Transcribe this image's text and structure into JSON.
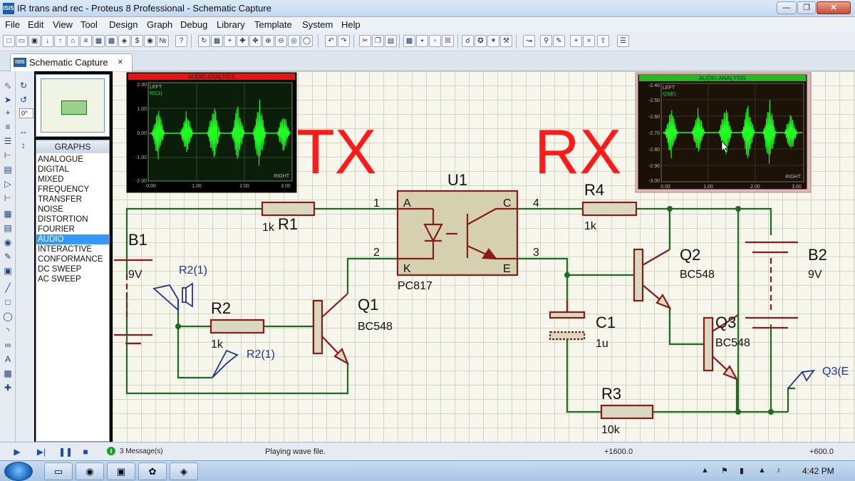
{
  "window": {
    "title": "IR trans and rec - Proteus 8 Professional - Schematic Capture",
    "icon": "ISIS"
  },
  "menu": [
    "File",
    "Edit",
    "View",
    "Tool",
    "Design",
    "Graph",
    "Debug",
    "Library",
    "Template",
    "System",
    "Help"
  ],
  "tab": {
    "icon": "ISIS",
    "label": "Schematic Capture",
    "close": "×"
  },
  "sidebar": {
    "rotation": "0°",
    "graphs_header": "GRAPHS",
    "graph_types": [
      "ANALOGUE",
      "DIGITAL",
      "MIXED",
      "FREQUENCY",
      "TRANSFER",
      "NOISE",
      "DISTORTION",
      "FOURIER",
      "AUDIO",
      "INTERACTIVE",
      "CONFORMANCE",
      "DC SWEEP",
      "AC SWEEP"
    ],
    "selected_graph": "AUDIO"
  },
  "schematic": {
    "labels": {
      "tx": "TX",
      "rx": "RX"
    },
    "graph_tx": {
      "title": "AUDIO ANALYSIS",
      "left": "LEFT",
      "trace": "R2(1)",
      "right": "RIGHT",
      "y_ticks": [
        "2.00",
        "1.00",
        "0.00",
        "-1.00",
        "-2.00"
      ],
      "x_ticks": [
        "0.00",
        "1.00",
        "2.00",
        "3.00"
      ],
      "header_color": "#ee1111"
    },
    "graph_rx": {
      "title": "AUDIO ANALYSIS",
      "left": "LEFT",
      "trace": "Q3(E)",
      "right": "RIGHT",
      "y_ticks": [
        "-2.40",
        "-2.50",
        "-2.60",
        "-2.70",
        "-2.80",
        "-2.90",
        "-3.00"
      ],
      "x_ticks": [
        "0.00",
        "1.00",
        "2.00",
        "3.00"
      ],
      "header_color": "#22bb22"
    },
    "u1": {
      "ref": "U1",
      "part": "PC817",
      "pin_a": "A",
      "pin_k": "K",
      "pin_c": "C",
      "pin_e": "E",
      "n1": "1",
      "n2": "2",
      "n3": "3",
      "n4": "4"
    },
    "b1": {
      "ref": "B1",
      "value": "9V"
    },
    "b2": {
      "ref": "B2",
      "value": "9V"
    },
    "r1": {
      "ref": "R1",
      "value": "1k"
    },
    "r2": {
      "ref": "R2",
      "value": "1k"
    },
    "r3": {
      "ref": "R3",
      "value": "10k"
    },
    "r4": {
      "ref": "R4",
      "value": "1k"
    },
    "c1": {
      "ref": "C1",
      "value": "1u"
    },
    "q1": {
      "ref": "Q1",
      "value": "BC548"
    },
    "q2": {
      "ref": "Q2",
      "value": "BC548"
    },
    "q3": {
      "ref": "Q3",
      "value": "BC548"
    },
    "probes": {
      "speaker": "R2(1)",
      "probe_r2": "R2(1)",
      "probe_q3": "Q3(E"
    },
    "colors": {
      "wire": "#1e6a1e",
      "component": "#8b1a1a",
      "big_label": "#ff1a1a",
      "probe": "#2230a0"
    }
  },
  "status": {
    "messages": "3 Message(s)",
    "text": "Playing wave file.",
    "x": "+1600.0",
    "y": "+600.0"
  },
  "taskbar": {
    "clock": "4:42 PM"
  }
}
